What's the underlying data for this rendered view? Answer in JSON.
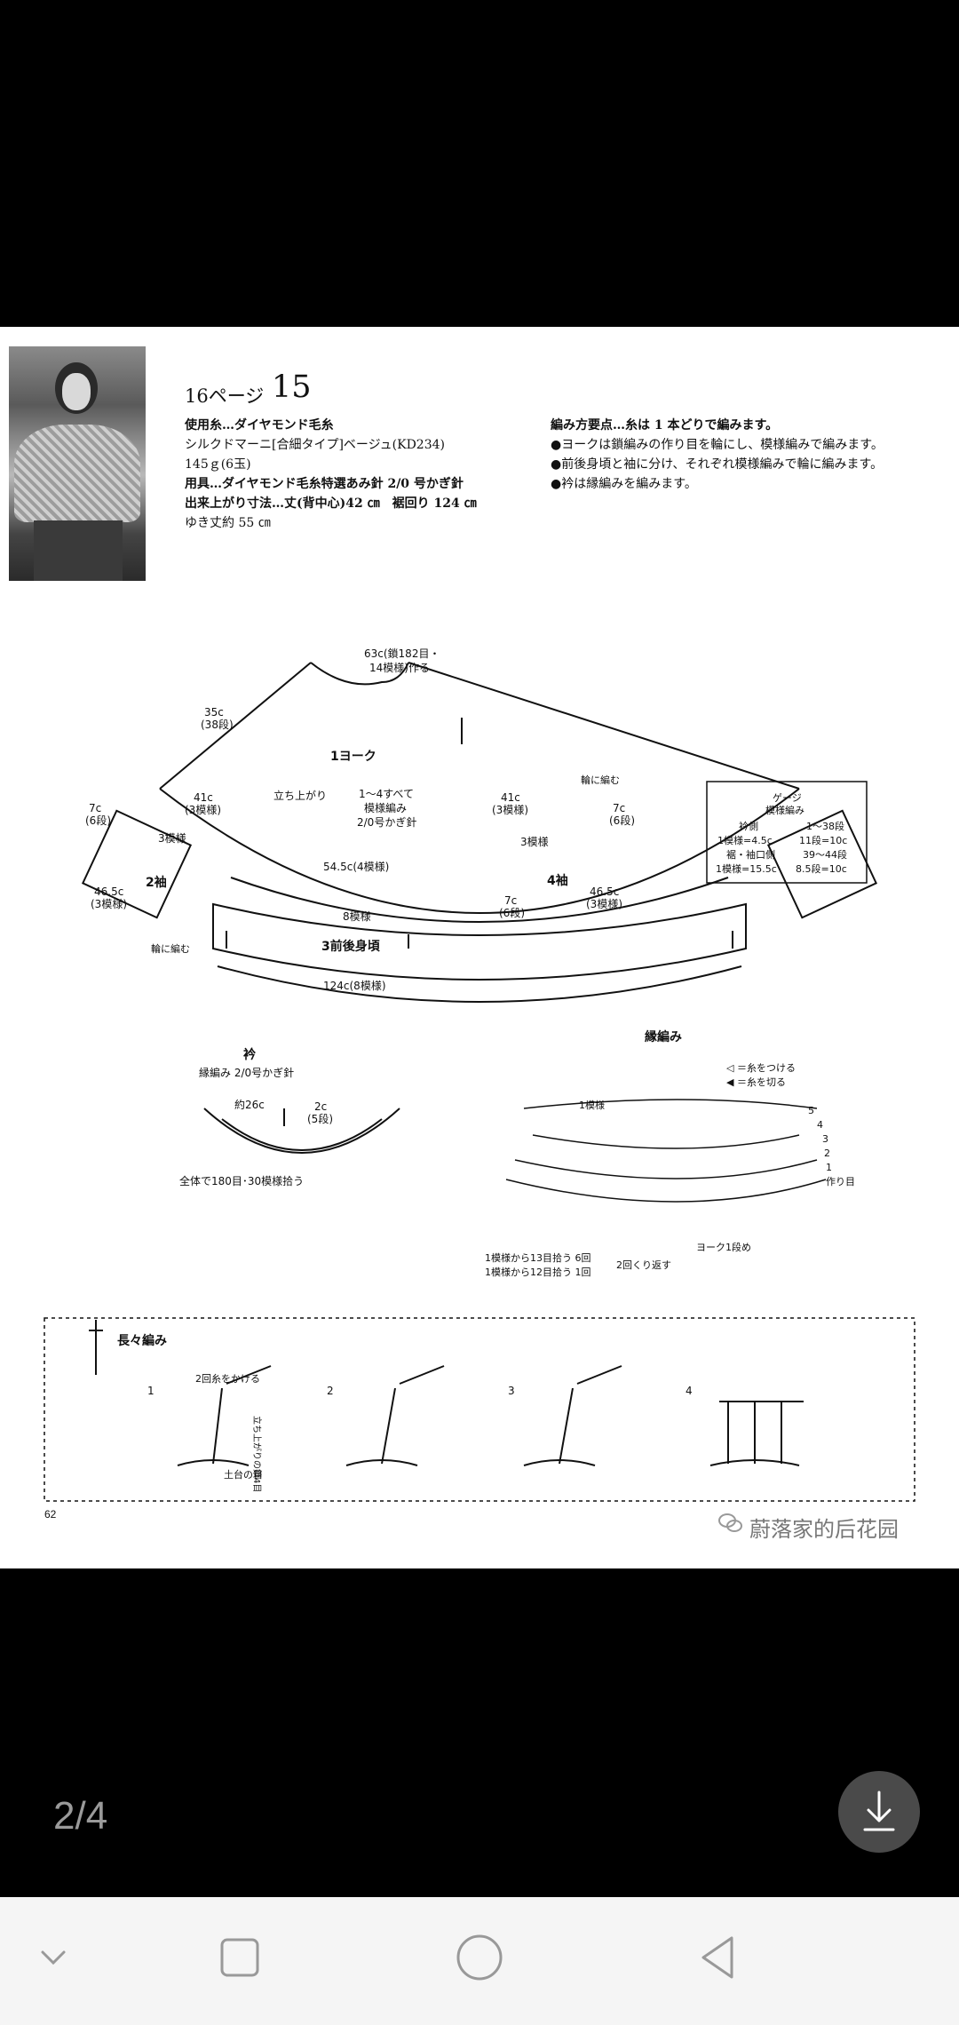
{
  "document": {
    "header": {
      "page_ref": "16ページ",
      "pattern_no": "15"
    },
    "materials": {
      "yarn": "使用糸…ダイヤモンド毛糸",
      "yarn_detail": "シルクドマーニ[合細タイプ]ベージュ(KD234)",
      "amount": "145ｇ(6玉)",
      "tools": "用具…ダイヤモンド毛糸特選あみ針 2/0 号かぎ針",
      "size": "出来上がり寸法…丈(背中心)42 ㎝　裾回り 124 ㎝",
      "sleeve": "ゆき丈約 55 ㎝"
    },
    "points": {
      "title": "編み方要点…糸は 1 本どりで編みます。",
      "items": [
        "●ヨークは鎖編みの作り目を輪にし、模様編みで編みます。",
        "●前後身頃と袖に分け、それぞれ模様編みで輪に編みます。",
        "●衿は縁編みを編みます。"
      ]
    },
    "diagram": {
      "top": "63c(鎖182目・",
      "top2": "14模様)作る",
      "left_top": "35c",
      "left_top2": "(38段)",
      "yoke": "1ヨーク",
      "tachiagari": "立ち上がり",
      "all_pattern": "1～4すべて",
      "pattern_name": "模様編み",
      "hook": "2/0号かぎ針",
      "c41_left": "41c",
      "c41_left2": "(3模様)",
      "c41_right": "41c",
      "c41_right2": "(3模様)",
      "wa_right": "輪に編む",
      "c7_left": "7c",
      "c7_left2": "(6段)",
      "c7_right": "7c",
      "c7_right2": "(6段)",
      "pat3_left": "3模様",
      "pat3_right": "3模様",
      "sleeve_left": "2袖",
      "sleeve_right": "4袖",
      "c545": "54.5c(4模様)",
      "c465_left": "46.5c",
      "c465_left2": "(3模様)",
      "c465_right": "46.5c",
      "c465_right2": "(3模様)",
      "pat8": "8模様",
      "c7_body": "7c",
      "c7_body2": "(6段)",
      "body": "3前後身頃",
      "wa_left": "輪に編む",
      "c124": "124c(8模様)"
    },
    "gauge": {
      "title": "ゲージ",
      "sub": "模様編み",
      "rows": [
        [
          "衿側",
          "1～38段"
        ],
        [
          "1模様=4.5c",
          "11段=10c"
        ],
        [
          "裾・袖口側",
          "39～44段"
        ],
        [
          "1模様=15.5c",
          "8.5段=10c"
        ]
      ]
    },
    "collar": {
      "title": "衿",
      "sub": "縁編み 2/0号かぎ針",
      "width": "約26c",
      "height": "2c",
      "height2": "(5段)",
      "pickup": "全体で180目･30模様拾う"
    },
    "edging": {
      "title": "縁編み",
      "legend1": "◁ ＝糸をつける",
      "legend2": "◀ ＝糸を切る",
      "one_pattern": "1模様",
      "rows": [
        "5",
        "4",
        "3",
        "2",
        "1"
      ],
      "base": "作り目",
      "yoke_row": "ヨーク1段め",
      "pick1": "1模様から13目拾う 6回",
      "pick2": "1模様から12目拾う 1回",
      "repeat": "2回くり返す"
    },
    "stitch": {
      "title": "長々編み",
      "steps": [
        "1",
        "2",
        "3",
        "4"
      ],
      "wrap": "2回糸をかける",
      "chain_up": "立ち上がりの鎖4目",
      "base_stitch": "土台の目"
    },
    "page_number": "62",
    "watermark": "蔚落家的后花园"
  },
  "viewer": {
    "counter": "2/4"
  }
}
